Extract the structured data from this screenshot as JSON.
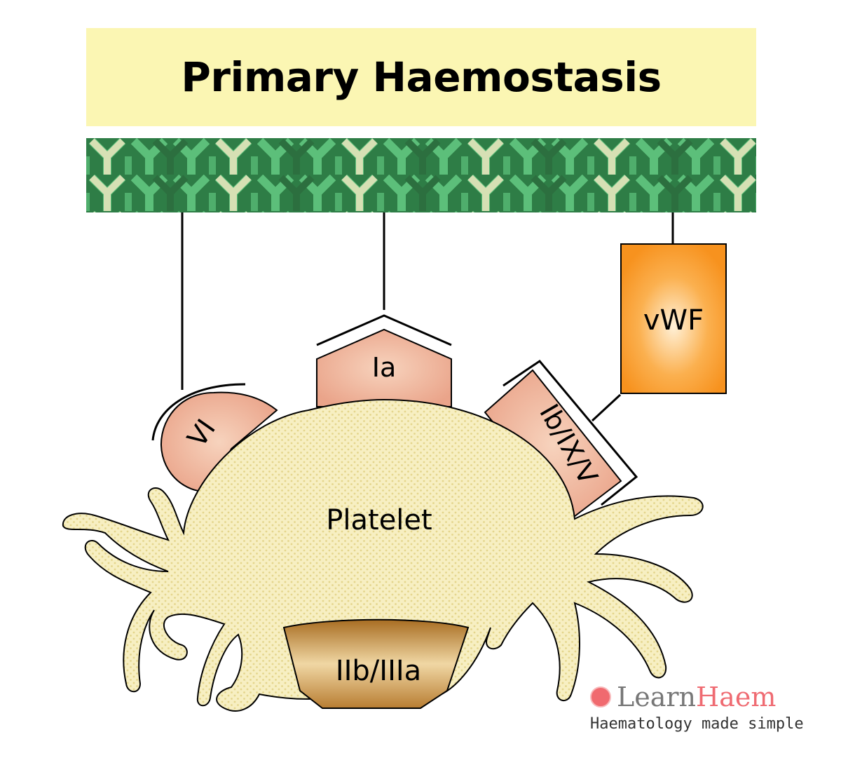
{
  "title": "Primary Haemostasis",
  "receptors": {
    "vi": "VI",
    "ia": "Ia",
    "ib_ix_v": "Ib/IX/V",
    "iib_iiia": "IIb/IIIa"
  },
  "platelet_label": "Platelet",
  "vwf_label": "vWF",
  "brand": {
    "name_part1": "Learn",
    "name_part2": "Haem",
    "tagline": "Haematology made simple"
  },
  "colors": {
    "title_bg": "#fbf6b3",
    "collagen_green": "#3d9a5c",
    "platelet_fill": "#f7efc2",
    "receptor_fill": "#f0b99c",
    "vwf_orange": "#f7921e",
    "iib_iiia_fill": "#c9913e",
    "brand_accent": "#ef6b72"
  }
}
